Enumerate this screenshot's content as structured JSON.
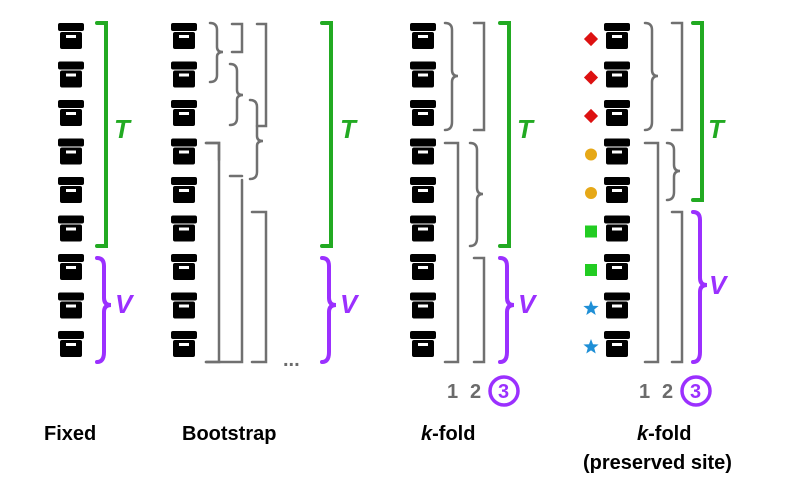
{
  "colors": {
    "train": "#22aa22",
    "validation": "#9b30ff",
    "fold": "#707070",
    "box": "#000000",
    "diamond": "#dd1111",
    "circle": "#e6a817",
    "square": "#22cc22",
    "star": "#1f8fd6"
  },
  "icons": [
    "storage-box-icon",
    "diamond-marker",
    "circle-marker",
    "square-marker",
    "star-marker"
  ],
  "panels": {
    "fixed": {
      "label": "Fixed",
      "train_letter": "T",
      "val_letter": "V"
    },
    "bootstrap": {
      "label": "Bootstrap",
      "ellipsis": "...",
      "train_letter": "T",
      "val_letter": "V"
    },
    "kfold": {
      "label_k": "k",
      "label_rest": "-fold",
      "train_letter": "T",
      "val_letter": "V",
      "fold_numbers": [
        "1",
        "2",
        "3"
      ]
    },
    "kfold_site": {
      "label_k": "k",
      "label_rest": "-fold",
      "label_sub": "(preserved site)",
      "train_letter": "T",
      "val_letter": "V",
      "fold_numbers": [
        "1",
        "2",
        "3"
      ],
      "markers": [
        "diamond",
        "diamond",
        "diamond",
        "circle",
        "circle",
        "square",
        "square",
        "star",
        "star"
      ]
    }
  }
}
